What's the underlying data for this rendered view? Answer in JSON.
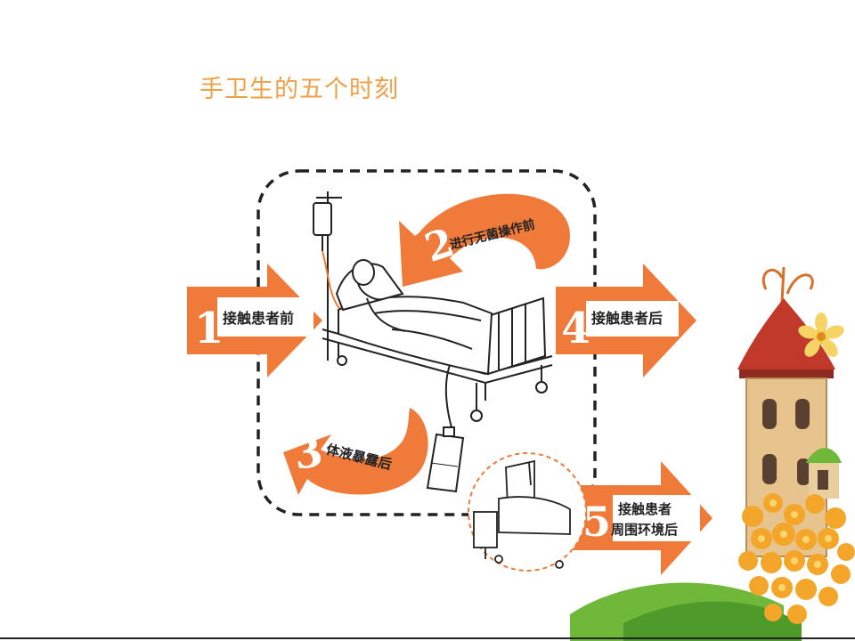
{
  "slide": {
    "title": "手卫生的五个时刻"
  },
  "moments": [
    {
      "number": "1",
      "label": "接触患者前"
    },
    {
      "number": "2",
      "label": "进行无菌操作前"
    },
    {
      "number": "3",
      "label": "体液暴露后"
    },
    {
      "number": "4",
      "label": "接触患者后"
    },
    {
      "number": "5",
      "label_line1": "接触患者",
      "label_line2": "周围环境后"
    }
  ],
  "colors": {
    "accent": "#f07a3a",
    "title": "#f0a048",
    "ink": "#222222"
  },
  "icons": [
    "patient-bed-illustration",
    "iv-drip-icon",
    "drain-bag-icon",
    "empty-bed-icon",
    "castle-decoration",
    "flower-decoration"
  ]
}
